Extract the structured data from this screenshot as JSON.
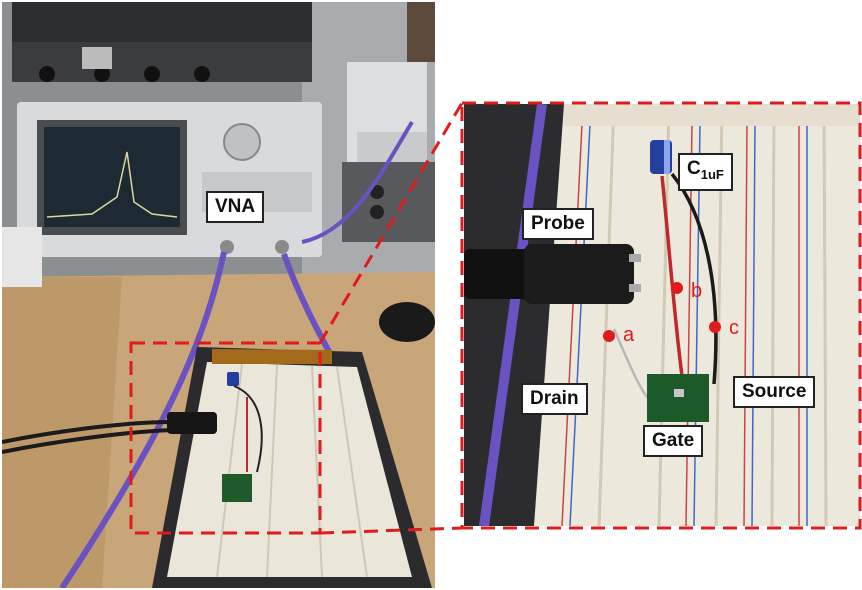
{
  "labels": {
    "vna": "VNA",
    "probe": "Probe",
    "capacitor_main": "C",
    "capacitor_sub": "1uF",
    "drain": "Drain",
    "source": "Source",
    "gate": "Gate"
  },
  "points": [
    "a",
    "b",
    "c"
  ],
  "colors": {
    "callout_dash": "#e01b1b",
    "point_marker": "#e01b1b",
    "label_border": "#222222"
  }
}
